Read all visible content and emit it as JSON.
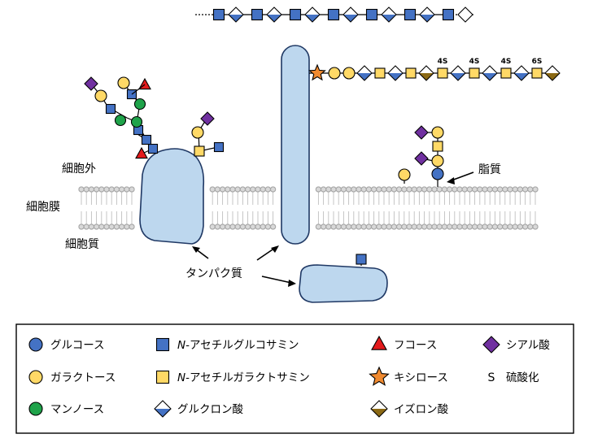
{
  "labels": {
    "extracellular": "細胞外",
    "membrane": "細胞膜",
    "cytoplasm": "細胞質",
    "protein": "タンパク質",
    "lipid": "脂質"
  },
  "sulfation": [
    "4S",
    "4S",
    "4S",
    "6S"
  ],
  "legend": [
    {
      "key": "glucose",
      "shape": "circle",
      "color": "#4472c4",
      "label": "グルコース"
    },
    {
      "key": "galactose",
      "shape": "circle",
      "color": "#ffd966",
      "label": "ガラクトース"
    },
    {
      "key": "mannose",
      "shape": "circle",
      "color": "#1fa34a",
      "label": "マンノース"
    },
    {
      "key": "glcnac",
      "shape": "square",
      "color": "#4472c4",
      "label_prefix": "N",
      "label": "-アセチルグルコサミン"
    },
    {
      "key": "galnac",
      "shape": "square",
      "color": "#ffd966",
      "label_prefix": "N",
      "label": "-アセチルガラクトサミン"
    },
    {
      "key": "glca",
      "shape": "diamond-split",
      "color": "#4472c4",
      "label": "グルクロン酸"
    },
    {
      "key": "fucose",
      "shape": "triangle",
      "color": "#e31a1c",
      "label": "フコース"
    },
    {
      "key": "xylose",
      "shape": "star",
      "color": "#f08a30",
      "label": "キシロース"
    },
    {
      "key": "idoa",
      "shape": "diamond-split",
      "color": "#8b6914",
      "label": "イズロン酸"
    },
    {
      "key": "sialic",
      "shape": "diamond",
      "color": "#7030a0",
      "label": "シアル酸"
    },
    {
      "key": "sulfate",
      "shape": "letter",
      "symbol": "S",
      "label": "硫酸化"
    }
  ],
  "colors": {
    "protein_fill": "#bdd7ee",
    "protein_stroke": "#1f3864",
    "lipid_head": "#d9d9d9"
  }
}
